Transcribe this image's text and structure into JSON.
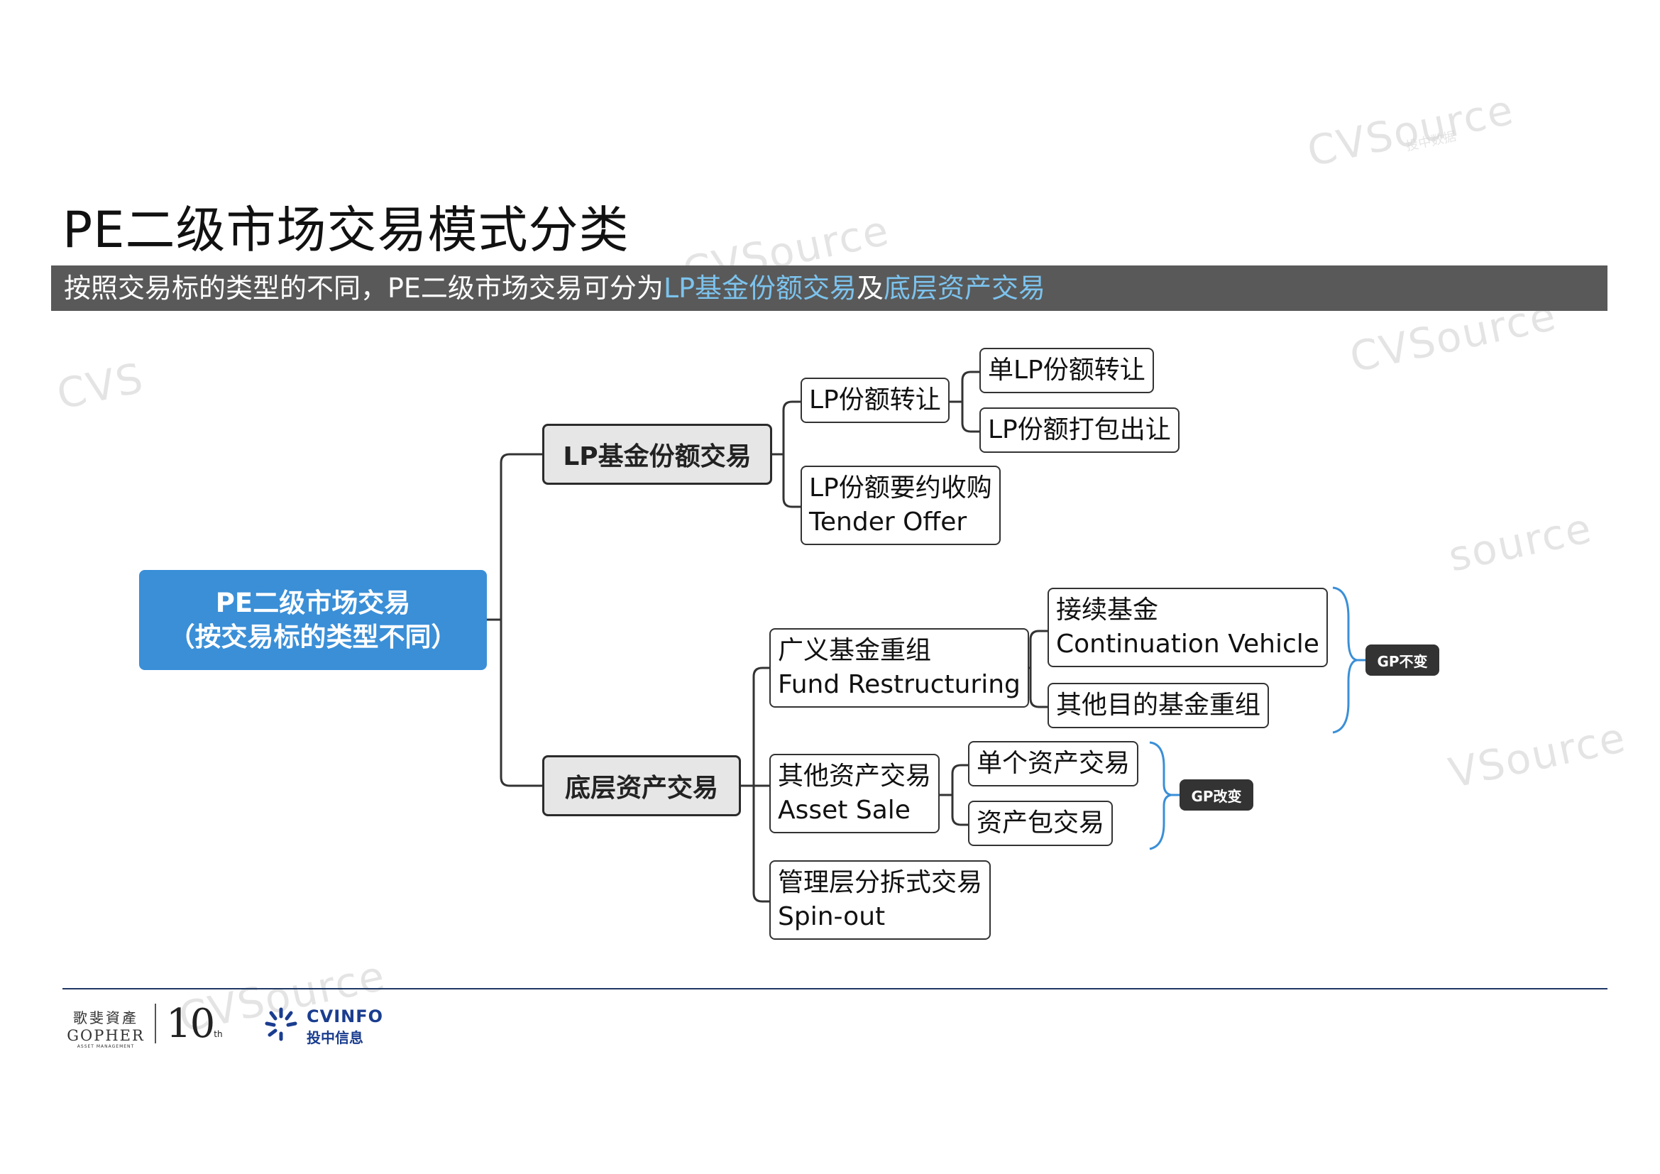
{
  "title": "PE二级市场交易模式分类",
  "banner": {
    "prefix": "按照交易标的类型的不同，PE二级市场交易可分为",
    "highlight1": "LP基金份额交易",
    "middle": "及",
    "highlight2": "底层资产交易"
  },
  "diagram": {
    "root": {
      "line1": "PE二级市场交易",
      "line2": "（按交易标的类型不同）"
    },
    "branch_lp": {
      "label": "LP基金份额交易",
      "transfer": {
        "label": "LP份额转让",
        "children": [
          "单LP份额转让",
          "LP份额打包出让"
        ]
      },
      "tender": {
        "line1": "LP份额要约收购",
        "line2": "Tender Offer"
      }
    },
    "branch_asset": {
      "label": "底层资产交易",
      "restructuring": {
        "line1": "广义基金重组",
        "line2": "Fund Restructuring",
        "cv": {
          "line1": "接续基金",
          "line2": "Continuation Vehicle"
        },
        "other": "其他目的基金重组"
      },
      "asset_sale": {
        "line1": "其他资产交易",
        "line2": "Asset Sale",
        "children": [
          "单个资产交易",
          "资产包交易"
        ]
      },
      "spinout": {
        "line1": "管理层分拆式交易",
        "line2": "Spin-out"
      }
    },
    "tags": {
      "gp_same": "GP不变",
      "gp_change": "GP改变"
    }
  },
  "footer": {
    "gopher_cn": "歌斐資產",
    "gopher_en": "GOPHER",
    "gopher_sub": "ASSET MANAGEMENT",
    "anniv_num": "10",
    "anniv_suffix": "th",
    "cvinfo_en": "CVINFO",
    "cvinfo_cn": "投中信息"
  },
  "watermark": {
    "text": "CVSource",
    "sub": "投中数据"
  },
  "colors": {
    "accent_blue": "#3a8fd7",
    "highlight_text": "#7cc3ee",
    "banner_bg": "#595959",
    "brace_blue": "#3a8fd7",
    "footer_line": "#1f3864"
  }
}
